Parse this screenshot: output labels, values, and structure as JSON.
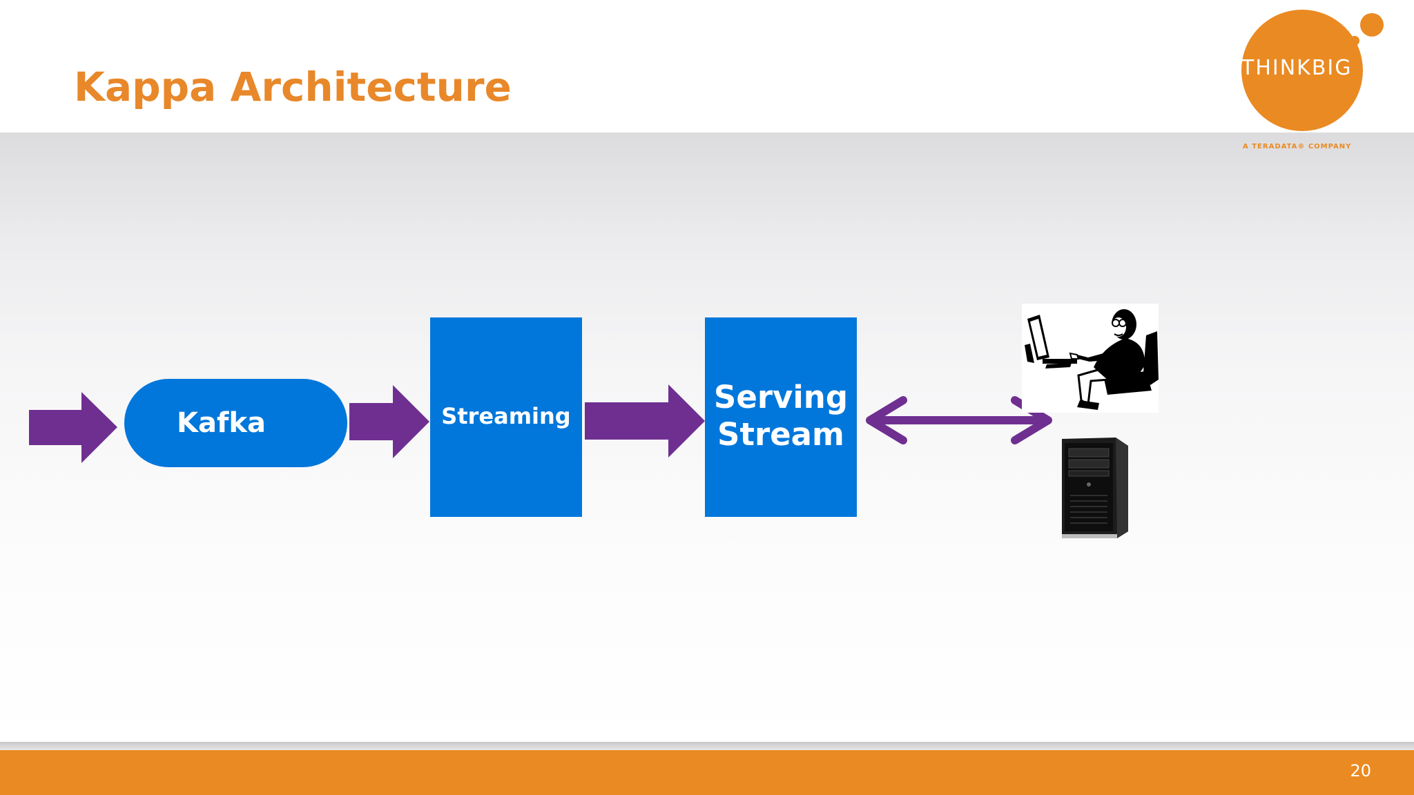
{
  "slide": {
    "title": "Kappa Architecture",
    "page_number": "20"
  },
  "logo": {
    "name": "THINKBIG",
    "tagline": "A TERADATA® COMPANY",
    "color": "#ea8a22"
  },
  "diagram": {
    "nodes": [
      {
        "id": "kafka",
        "label": "Kafka",
        "shape": "rounded-rectangle"
      },
      {
        "id": "streaming",
        "label": "Streaming",
        "shape": "rectangle"
      },
      {
        "id": "serving",
        "label": "Serving\nStream",
        "shape": "rectangle"
      }
    ],
    "edges": [
      {
        "from": "input",
        "to": "kafka",
        "direction": "forward"
      },
      {
        "from": "kafka",
        "to": "streaming",
        "direction": "forward"
      },
      {
        "from": "streaming",
        "to": "serving",
        "direction": "forward"
      },
      {
        "from": "serving",
        "to": "user-computer",
        "direction": "bidirectional"
      }
    ],
    "colors": {
      "node_fill": "#0277db",
      "arrow": "#6f2f91",
      "title": "#e8882a",
      "footer": "#ea8a22"
    },
    "images": [
      "person-at-computer-icon",
      "desktop-tower-icon"
    ]
  }
}
